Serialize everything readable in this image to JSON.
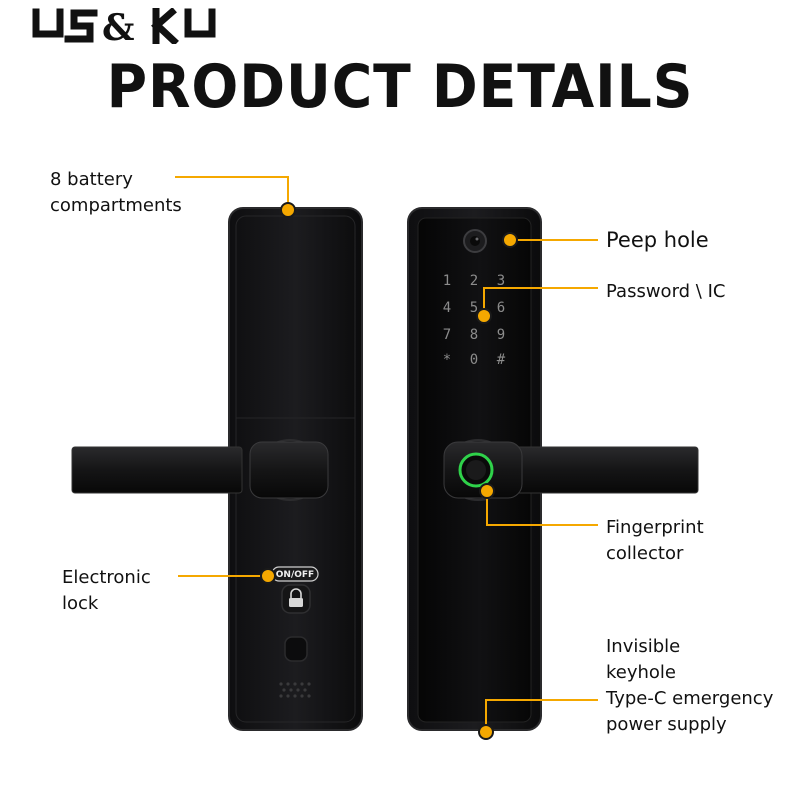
{
  "brand": {
    "logo_text": "US&KU"
  },
  "title": "PRODUCT DETAILS",
  "colors": {
    "accent": "#f5a800",
    "body": "#111111",
    "keypad": "#8c8c8c",
    "fingerprint_ring": "#2fd24a"
  },
  "callouts": {
    "battery": [
      "8 battery",
      "compartments"
    ],
    "peep_hole": "Peep hole",
    "password": "Password \\ IC",
    "fingerprint": [
      "Fingerprint",
      "collector"
    ],
    "electronic_lock": [
      "Electronic",
      "lock"
    ],
    "keyhole": [
      "Invisible",
      "keyhole",
      "Type-C emergency",
      "power supply"
    ]
  },
  "device": {
    "switch_label": "ON/OFF",
    "keypad": [
      "1",
      "2",
      "3",
      "4",
      "5",
      "6",
      "7",
      "8",
      "9",
      "*",
      "0",
      "#"
    ]
  }
}
